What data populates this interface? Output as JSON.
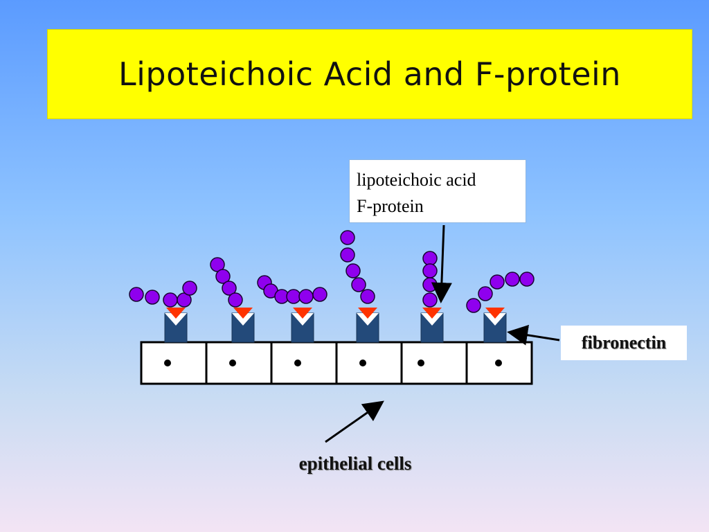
{
  "title": "Lipoteichoic Acid and F-protein",
  "labels": {
    "lipoteichoic_acid": "lipoteichoic acid",
    "f_protein": "F-protein",
    "fibronectin": "fibronectin",
    "epithelial_cells": "epithelial cells"
  },
  "colors": {
    "title_background": "#ffff00",
    "bead": "#8f00ee",
    "receptor": "#234a7a",
    "f_protein_triangle": "#ff3300",
    "cell_border": "#000000"
  },
  "diagram": {
    "epithelial_cell_count": 6,
    "fibronectin_receptor_count": 6,
    "lipoteichoic_chain_count": 6
  }
}
